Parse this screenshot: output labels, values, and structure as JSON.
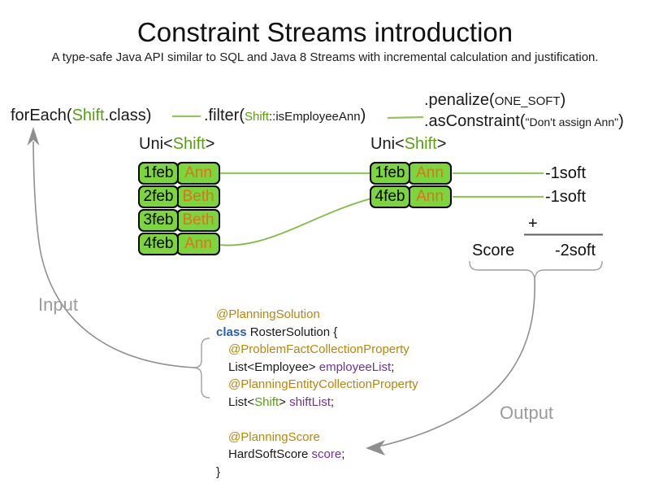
{
  "palette": {
    "entity_green_fill": "#7bd53d",
    "type_green_text": "#56a211",
    "employee_orange_text": "#e2701c",
    "connector_green": "#92c65a",
    "flow_gray": "#8f8f8f",
    "label_gray": "#9b9b9b",
    "annotation_gold": "#b8860b",
    "keyword_blue": "#2a5db0",
    "field_purple": "#7030a0"
  },
  "header": {
    "title": "Constraint Streams introduction",
    "subtitle": "A type-safe Java API similar to SQL and Java 8 Streams with incremental calculation and justification."
  },
  "pipeline": {
    "foreach_pre": "forEach(",
    "foreach_type": "Shift",
    "foreach_post": ".class)",
    "filter_pre": ".filter(",
    "filter_type": "Shift",
    "filter_method": "::isEmployeeAnn",
    "filter_post": ")",
    "penalize_pre": ".penalize(",
    "penalize_arg": "ONE_SOFT",
    "penalize_post": ")",
    "asconstraint_pre": ".asConstraint(",
    "asconstraint_arg": "\"Don't assign Ann\"",
    "asconstraint_post": ")"
  },
  "left_stream": {
    "label_pre": "Uni<",
    "label_type": "Shift",
    "label_post": ">",
    "rows": [
      {
        "date": "1feb",
        "employee": "Ann"
      },
      {
        "date": "2feb",
        "employee": "Beth"
      },
      {
        "date": "3feb",
        "employee": "Beth"
      },
      {
        "date": "4feb",
        "employee": "Ann"
      }
    ]
  },
  "right_stream": {
    "label_pre": "Uni<",
    "label_type": "Shift",
    "label_post": ">",
    "rows": [
      {
        "date": "1feb",
        "employee": "Ann"
      },
      {
        "date": "4feb",
        "employee": "Ann"
      }
    ]
  },
  "scoring": {
    "penalties": [
      "-1soft",
      "-1soft"
    ],
    "plus": "+",
    "score_label": "Score",
    "total": "-2soft"
  },
  "flow": {
    "input_label": "Input",
    "output_label": "Output"
  },
  "code": {
    "lines": [
      [
        "@PlanningSolution"
      ],
      [
        "class",
        " RosterSolution {"
      ],
      [
        "@ProblemFactCollectionProperty"
      ],
      [
        "List<Employee> ",
        "employeeList",
        ";"
      ],
      [
        "@PlanningEntityCollectionProperty"
      ],
      [
        "List<",
        "Shift",
        "> ",
        "shiftList",
        ";"
      ],
      [
        "@PlanningScore"
      ],
      [
        "HardSoftScore ",
        "score",
        ";"
      ],
      [
        "}"
      ]
    ]
  }
}
